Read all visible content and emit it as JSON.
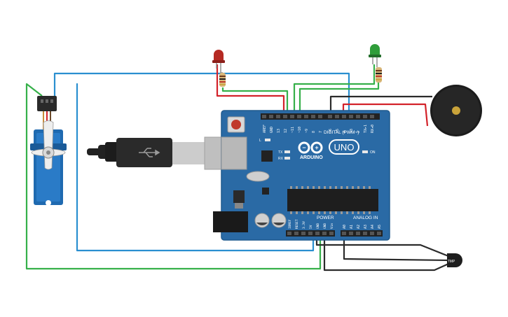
{
  "board": {
    "logo_text": "UNO",
    "brand": "ARDUINO",
    "digital_header": "DIGITAL (PWM~)",
    "analog_header": "ANALOG IN",
    "power_header": "POWER",
    "on_label": "ON",
    "led_l": "L",
    "led_tx": "TX",
    "led_rx": "RX",
    "top_pins": [
      "AREF",
      "GND",
      "13",
      "12",
      "~11",
      "~10",
      "~9",
      "8",
      "7",
      "~6",
      "~5",
      "4",
      "~3",
      "2",
      "TX▸1",
      "RX◂0"
    ],
    "power_pins": [
      "IOREF",
      "RESET",
      "3.3V",
      "5V",
      "GND",
      "GND",
      "Vin"
    ],
    "analog_pins": [
      "A0",
      "A1",
      "A2",
      "A3",
      "A4",
      "A5"
    ]
  },
  "sensor": {
    "label": "TMP"
  },
  "colors": {
    "board": "#2a6aa5",
    "wire_blue": "#2a8fd0",
    "wire_green": "#36b04a",
    "wire_red": "#d3222a",
    "wire_black": "#2b2b2b",
    "led_red": "#b52a23",
    "led_green": "#2f9d3a"
  }
}
